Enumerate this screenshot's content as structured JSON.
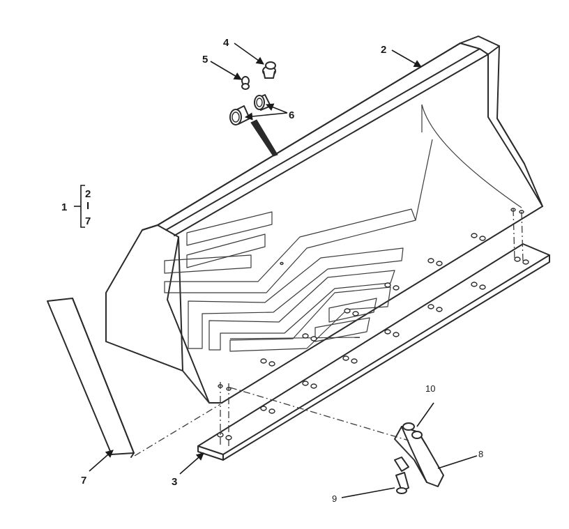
{
  "callouts": {
    "c1": "1",
    "c2": "2",
    "c3": "3",
    "c4": "4",
    "c5": "5",
    "c6": "6",
    "c7": "7",
    "c8": "8",
    "c9": "9",
    "c10": "10"
  },
  "bracket": {
    "top": "2",
    "dash": "I",
    "bottom": "7"
  }
}
